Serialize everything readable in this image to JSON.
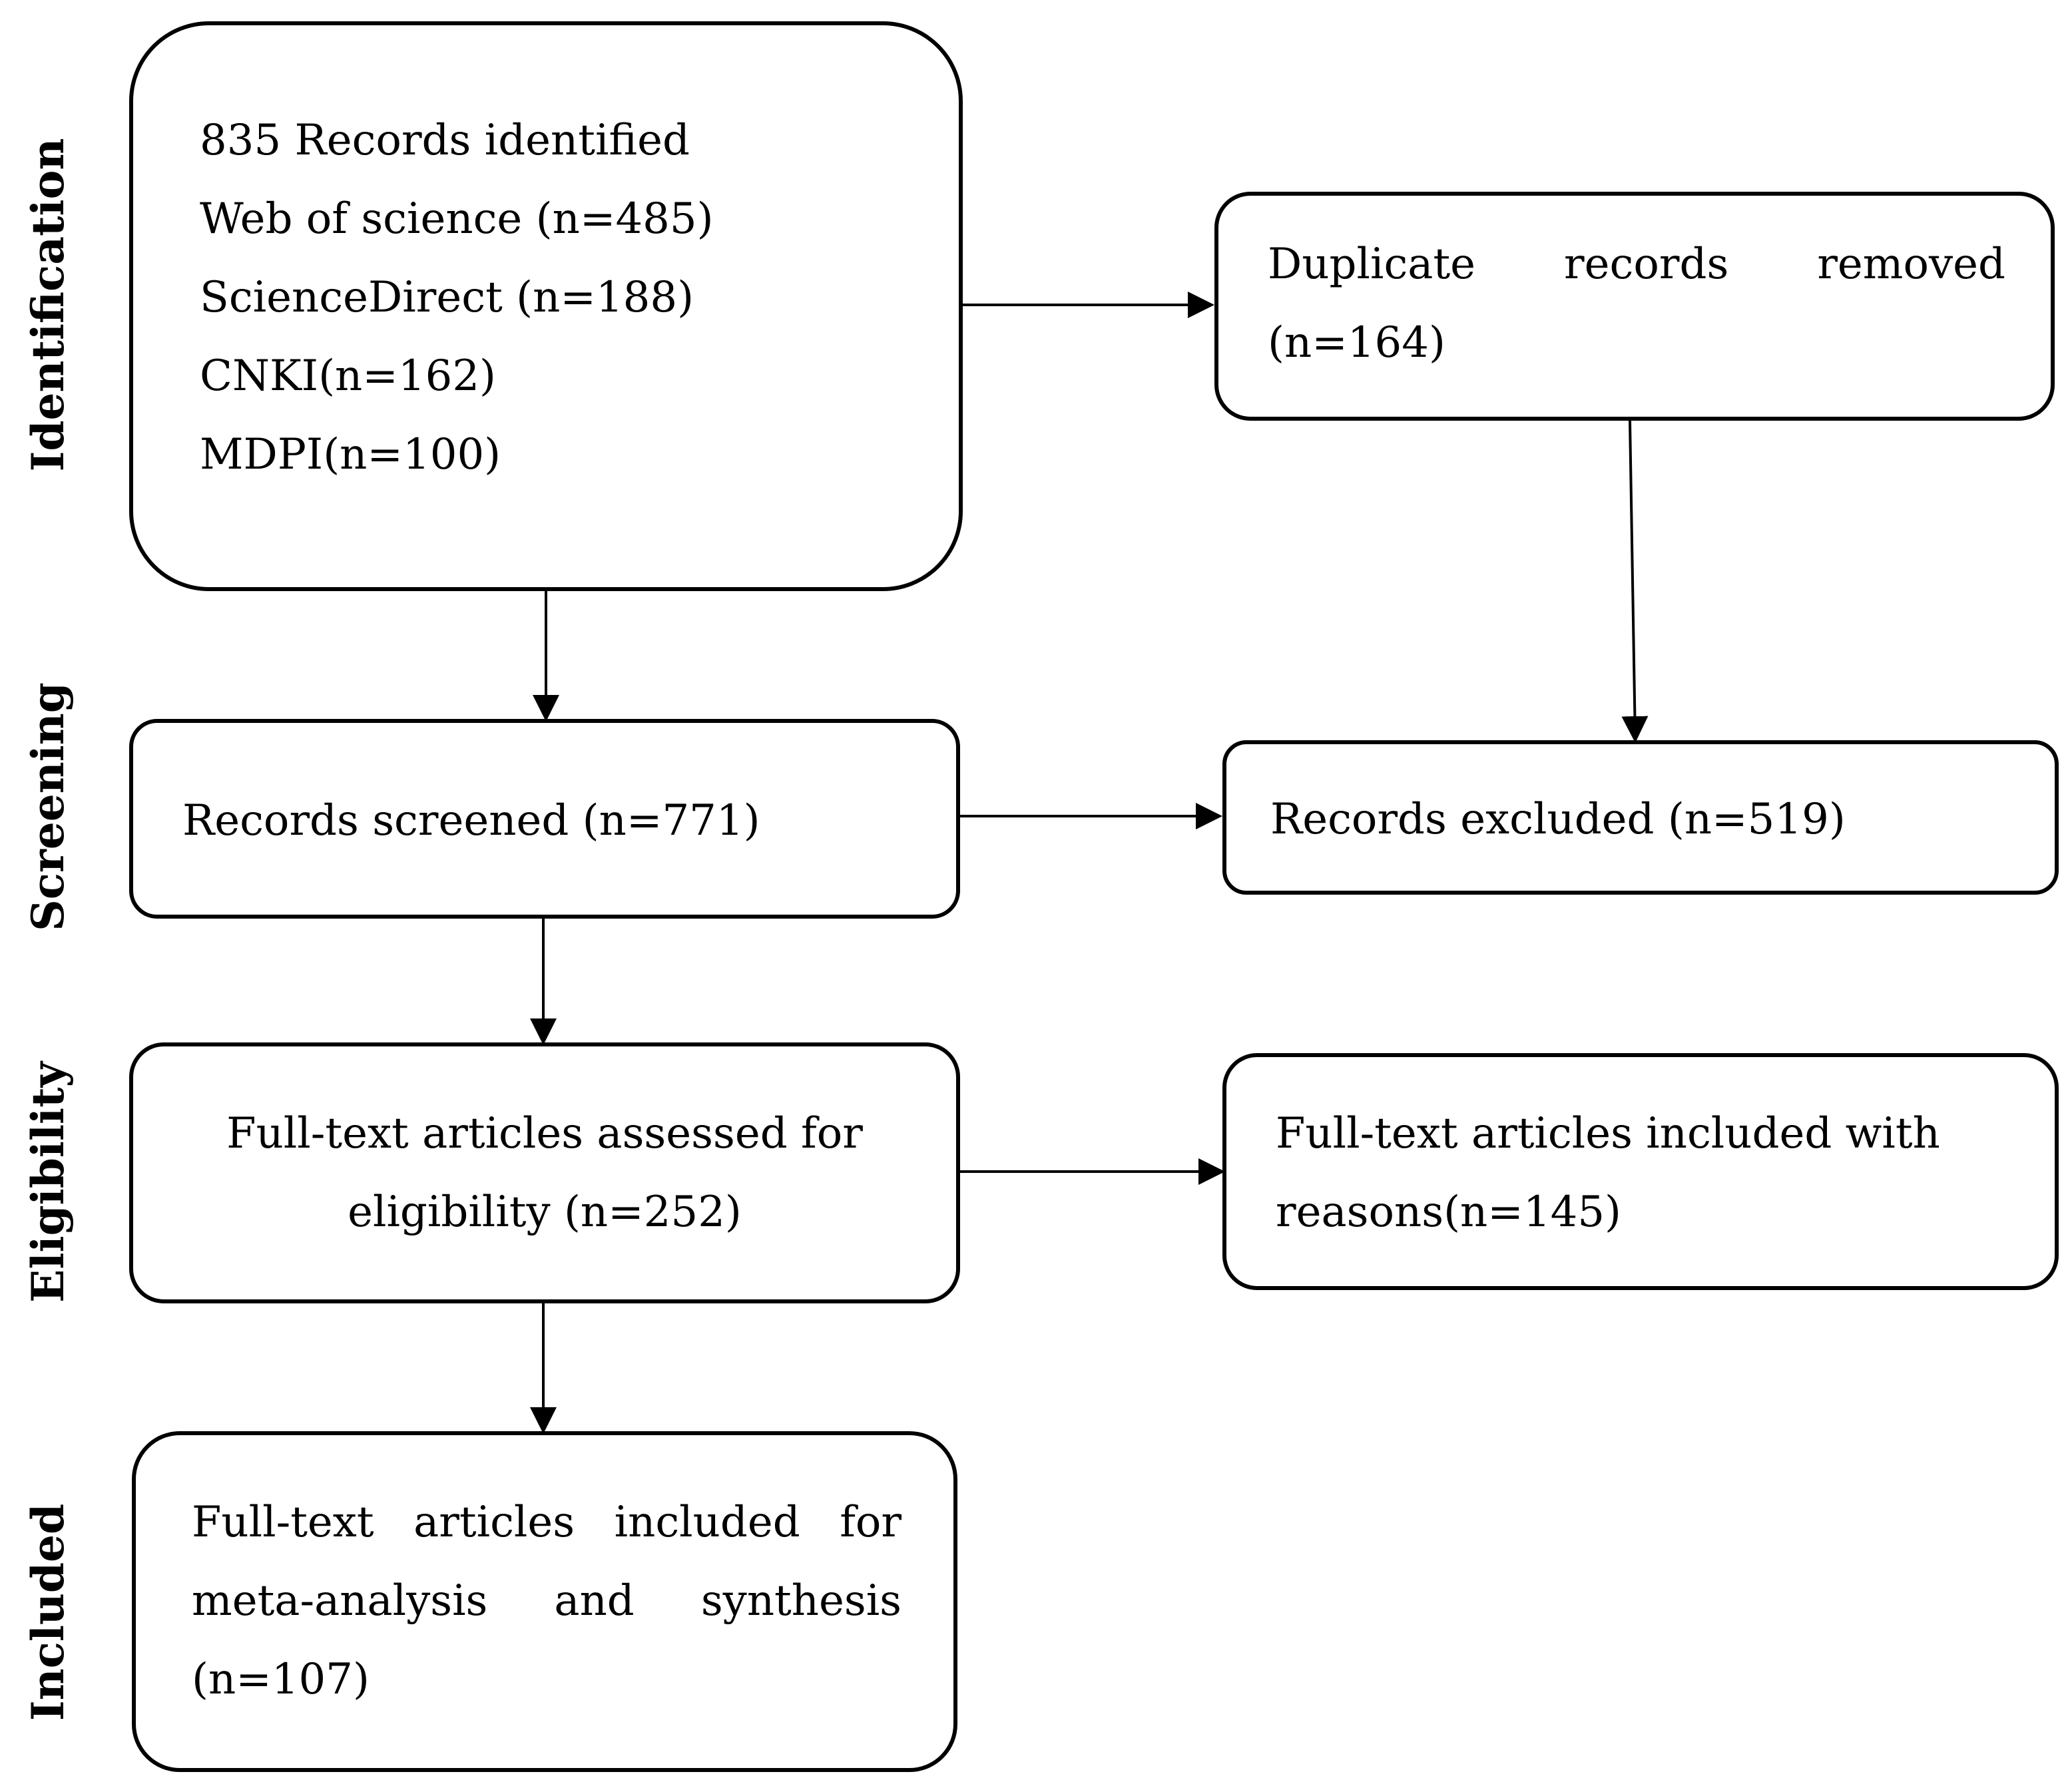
{
  "stages": {
    "identification": "Identification",
    "screening": "Screening",
    "eligibility": "Eligibility",
    "included": "Included"
  },
  "boxes": {
    "records_identified": {
      "line1": "835 Records identified",
      "line2": "Web of science (n=485)",
      "line3": "ScienceDirect (n=188)",
      "line4": "CNKI(n=162)",
      "line5": "MDPI(n=100)"
    },
    "duplicates_removed": {
      "word1": "Duplicate",
      "word2": "records",
      "word3": "removed",
      "line2": "(n=164)"
    },
    "records_screened": {
      "line1": "Records screened (n=771)"
    },
    "records_excluded": {
      "line1": "Records excluded (n=519)"
    },
    "assessed_eligibility": {
      "line1": "Full-text articles assessed for",
      "line2": "eligibility (n=252)"
    },
    "included_with_reasons": {
      "line1": "Full-text articles included with",
      "line2": "reasons(n=145)"
    },
    "included_meta": {
      "l1w1": "Full-text",
      "l1w2": "articles",
      "l1w3": "included",
      "l1w4": "for",
      "l2w1": "meta-analysis",
      "l2w2": "and",
      "l2w3": "synthesis",
      "line3": "(n=107)"
    }
  }
}
